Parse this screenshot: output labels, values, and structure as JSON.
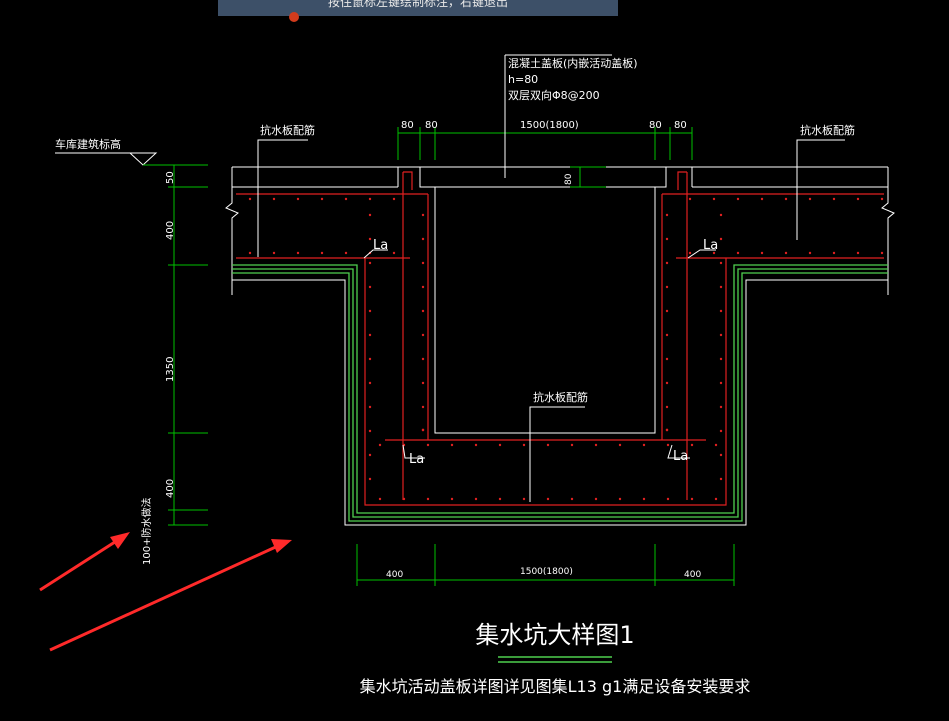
{
  "tooltip": {
    "text": "按住鼠标左键绘制标注，右键退出"
  },
  "labels": {
    "garage_elevation": "车库建筑标高",
    "cover_title": "混凝土盖板(内嵌活动盖板)",
    "cover_h": "h=80",
    "cover_rebar": "双层双向Φ8@200",
    "anti_float_left": "抗水板配筋",
    "anti_float_right": "抗水板配筋",
    "anti_float_bottom": "抗水板配筋",
    "la": "La",
    "waterproof": "100+防水做法"
  },
  "dimensions": {
    "top": [
      "80",
      "80",
      "1500(1800)",
      "80",
      "80"
    ],
    "left": [
      "50",
      "400",
      "1350",
      "400"
    ],
    "bottom": [
      "400",
      "1500(1800)",
      "400"
    ],
    "cover_thickness": "80"
  },
  "title": {
    "main": "集水坑大样图1",
    "note": "集水坑活动盖板详图详见图集L13 g1满足设备安装要求"
  },
  "colors": {
    "background": "#000000",
    "outline": "#ffffff",
    "dimension": "#00c000",
    "rebar": "#e02020",
    "waterproof": "#4fd04f",
    "tooltip_bg": "#3d5068",
    "annotation_arrow": "#ff2a2a"
  }
}
